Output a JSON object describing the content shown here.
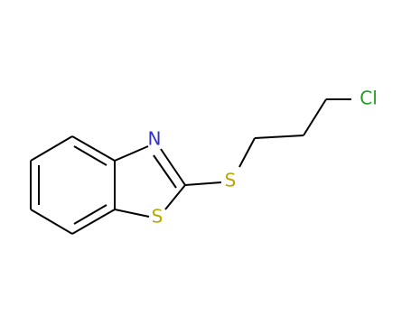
{
  "molecule": {
    "atoms": [
      {
        "symbol": "N",
        "color": "#3333cc"
      },
      {
        "symbol": "S",
        "color": "#b8a800"
      },
      {
        "symbol": "S",
        "color": "#b8a800"
      },
      {
        "symbol": "Cl",
        "color": "#1f9e1f"
      }
    ]
  }
}
